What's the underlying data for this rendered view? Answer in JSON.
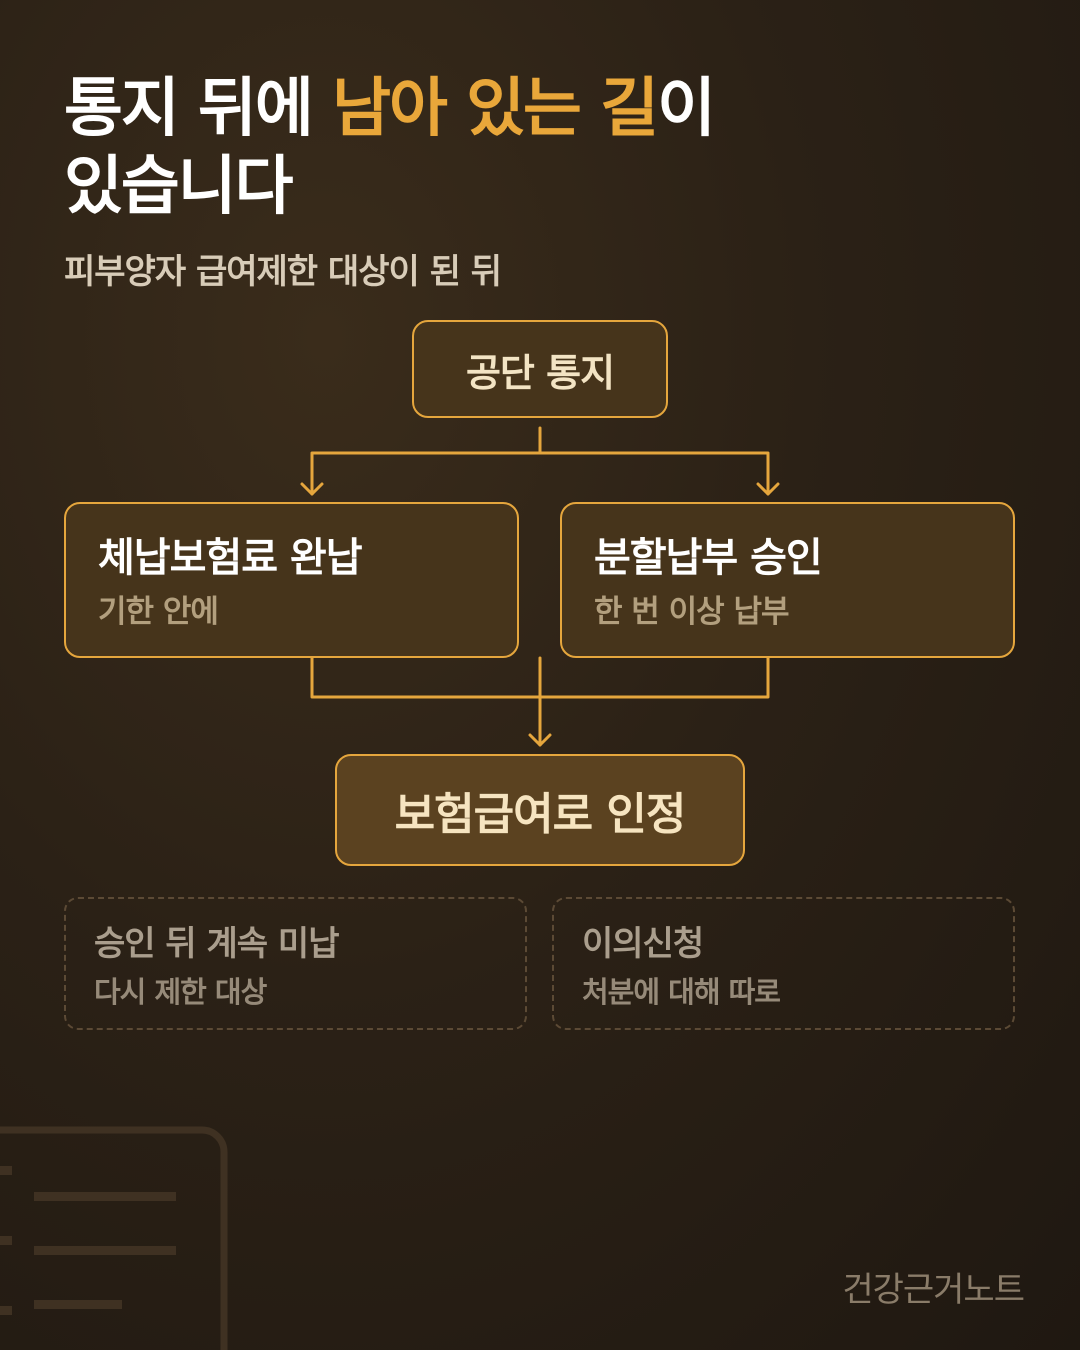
{
  "title": {
    "part1": "통지 뒤에 ",
    "accent": "남아 있는 길",
    "part2": "이",
    "line2": "있습니다"
  },
  "subtitle": "피부양자 급여제한 대상이 된 뒤",
  "flow": {
    "top": "공단 통지",
    "left": {
      "main": "체납보험료 완납",
      "sub": "기한 안에"
    },
    "right": {
      "main": "분할납부 승인",
      "sub": "한 번 이상 납부"
    },
    "result": "보험급여로 인정"
  },
  "notes": [
    {
      "main": "승인 뒤 계속 미납",
      "sub": "다시 제한 대상"
    },
    {
      "main": "이의신청",
      "sub": "처분에 대해 따로"
    }
  ],
  "brand": "건강근거노트",
  "colors": {
    "accent": "#e9a73a",
    "box_border": "#e5a63d",
    "box_fill": "#46341b",
    "result_fill": "#5b4220",
    "note_border": "#5c4a35"
  }
}
